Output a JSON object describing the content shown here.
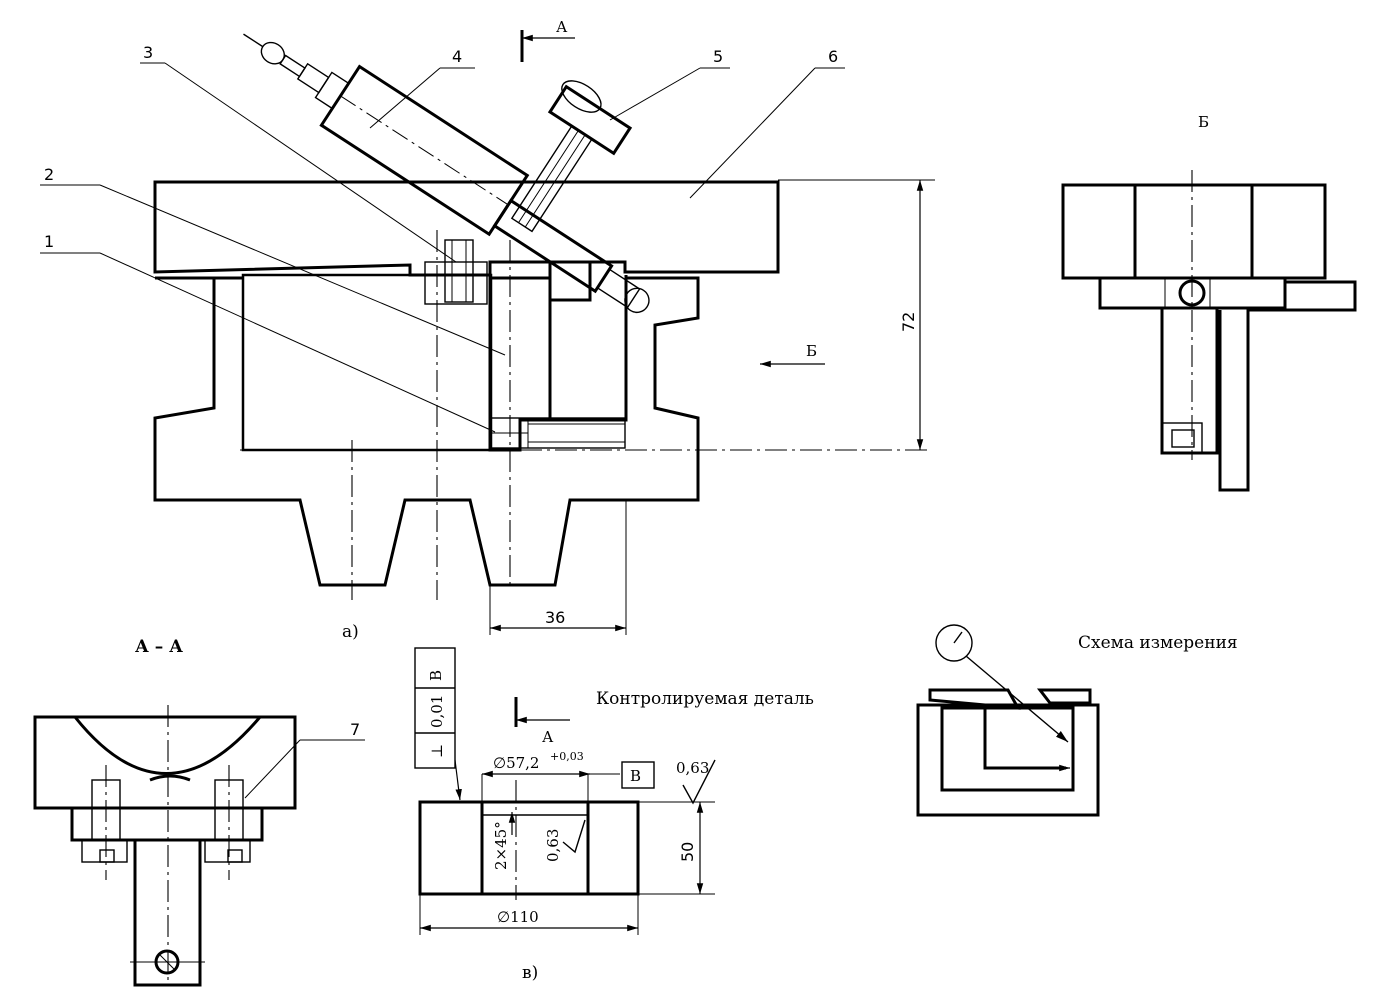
{
  "main_view": {
    "callouts": [
      "1",
      "2",
      "3",
      "4",
      "5",
      "6"
    ],
    "dim_height": "72",
    "dim_width": "36",
    "section_mark": "А",
    "view_mark": "Б",
    "caption": "а)"
  },
  "view_b": {
    "title": "Б"
  },
  "section_aa": {
    "title": "А – А",
    "callout": "7"
  },
  "part": {
    "title": "Контролируемая деталь",
    "section_mark": "А",
    "tolerance_symbol": "⊥",
    "tolerance_value": "0,01",
    "tolerance_datum": "В",
    "bore_dim": "∅57,2",
    "bore_tol": "+0,03",
    "datum_label": "В",
    "roughness_top": "0,63",
    "roughness_bore": "0,63",
    "chamfer": "2×45°",
    "height_dim": "50",
    "outer_dim": "∅110",
    "caption": "в)"
  },
  "scheme": {
    "title": "Схема измерения"
  },
  "colors": {
    "ink": "#000000",
    "paper": "#ffffff"
  },
  "icons": {
    "dial_gauge": "dial-gauge-icon"
  }
}
